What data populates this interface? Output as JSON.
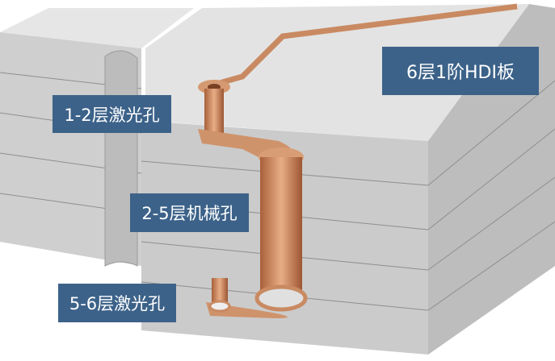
{
  "title": "6层1阶HDI板",
  "labels": {
    "laser_1_2": "1-2层激光孔",
    "mech_2_5": "2-5层机械孔",
    "laser_5_6": "5-6层激光孔"
  },
  "colors": {
    "label_bg": "#3c6289",
    "copper": "#c98a62",
    "board_top": "#e4e4e4",
    "board_side": "#cdcdcd"
  }
}
